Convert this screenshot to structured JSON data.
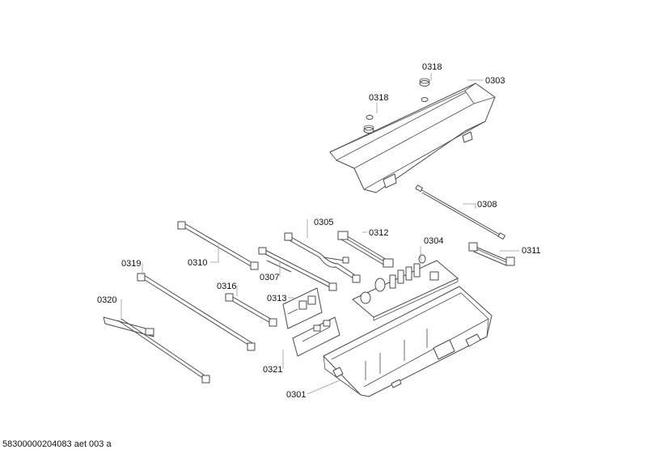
{
  "labels": {
    "p0318a": "0318",
    "p0303": "0303",
    "p0318b": "0318",
    "p0308": "0308",
    "p0305": "0305",
    "p0312": "0312",
    "p0304": "0304",
    "p0311": "0311",
    "p0310": "0310",
    "p0319": "0319",
    "p0307": "0307",
    "p0316": "0316",
    "p0313": "0313",
    "p0320": "0320",
    "p0321": "0321",
    "p0301": "0301"
  },
  "footer": "58300000204083 aet 003 a"
}
